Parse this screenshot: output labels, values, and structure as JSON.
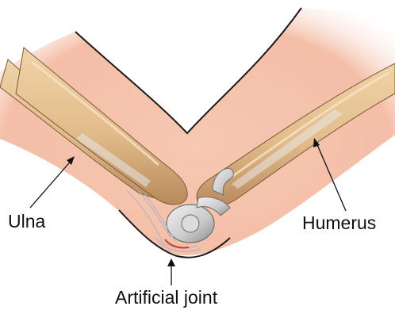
{
  "labels": {
    "ulna": "Ulna",
    "humerus": "Humerus",
    "artificial_joint": "Artificial joint"
  },
  "colors": {
    "skin": "#f6c3ad",
    "skin_outline": "#1f1a18",
    "bone": "#e7c394",
    "bone_shadow": "#b98a5b",
    "implant": "#cfcfcf",
    "leader_line": "#111111"
  }
}
